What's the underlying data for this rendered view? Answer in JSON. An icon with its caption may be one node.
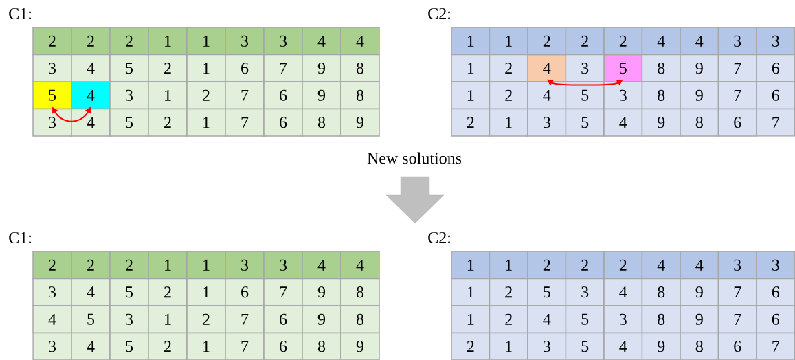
{
  "diagram": {
    "nodes": [
      {
        "text": [
          "5"
        ]
      },
      {
        "text": [
          "4"
        ]
      },
      {
        "text": [
          "4"
        ]
      },
      {
        "text": [
          "5"
        ]
      }
    ],
    "edges": [
      {
        "from": 0,
        "to": 1,
        "arrow": "both"
      },
      {
        "from": 2,
        "to": 3,
        "arrow": "both"
      }
    ],
    "labels": [
      "C1:",
      "2",
      "2",
      "2",
      "1",
      "1",
      "3",
      "3",
      "4",
      "4",
      "3",
      "4",
      "5",
      "2",
      "1",
      "6",
      "7",
      "9",
      "8",
      "3",
      "1",
      "2",
      "7",
      "6",
      "9",
      "8",
      "3",
      "4",
      "5",
      "2",
      "1",
      "7",
      "6",
      "8",
      "9",
      "C2:",
      "1",
      "1",
      "2",
      "2",
      "2",
      "4",
      "4",
      "3",
      "3",
      "1",
      "2",
      "3",
      "8",
      "9",
      "7",
      "6",
      "1",
      "2",
      "4",
      "5",
      "3",
      "8",
      "9",
      "7",
      "6",
      "2",
      "1",
      "3",
      "5",
      "4",
      "9",
      "8",
      "6",
      "7",
      "New solutions",
      "C1:",
      "2",
      "2",
      "2",
      "1",
      "1",
      "3",
      "3",
      "4",
      "4",
      "3",
      "4",
      "5",
      "2",
      "1",
      "6",
      "7",
      "9",
      "8",
      "4",
      "5",
      "3",
      "1",
      "2",
      "7",
      "6",
      "9",
      "8",
      "3",
      "4",
      "5",
      "2",
      "1",
      "7",
      "6",
      "8",
      "9",
      "C2:",
      "1",
      "1",
      "2",
      "2",
      "2",
      "4",
      "4",
      "3",
      "3",
      "1",
      "2",
      "5",
      "3",
      "4",
      "8",
      "9",
      "7",
      "6",
      "1",
      "2",
      "4",
      "5",
      "3",
      "8",
      "9",
      "7",
      "6",
      "2",
      "1",
      "3",
      "5",
      "4",
      "9",
      "8",
      "6",
      "7"
    ]
  }
}
